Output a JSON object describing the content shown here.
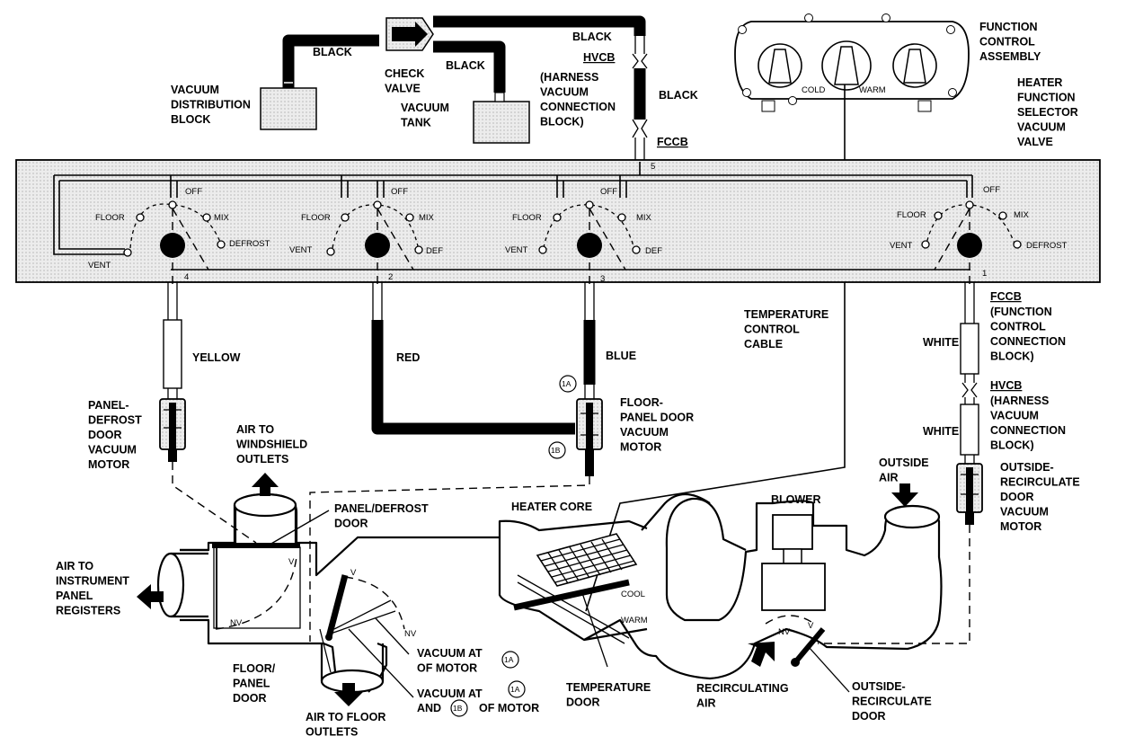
{
  "labels": {
    "black_top_left": "BLACK",
    "check_valve": "CHECK\nVALVE",
    "black_mid": "BLACK",
    "black_top_right": "BLACK",
    "hvcb_top": "HVCB",
    "hvcb_top_desc": "(HARNESS\nVACUUM\nCONNECTION\nBLOCK)",
    "black_right": "BLACK",
    "vacuum_distribution_block": "VACUUM\nDISTRIBUTION\nBLOCK",
    "vacuum_tank": "VACUUM\nTANK",
    "fccb_top": "FCCB",
    "function_control_assembly": "FUNCTION\nCONTROL\nASSEMBLY",
    "heater_function_selector": "HEATER\nFUNCTION\nSELECTOR\nVACUUM\nVALVE",
    "cold": "COLD",
    "warm_dial": "WARM",
    "yellow": "YELLOW",
    "red": "RED",
    "blue": "BLUE",
    "temperature_control_cable": "TEMPERATURE\nCONTROL\nCABLE",
    "white_1": "WHITE",
    "white_2": "WHITE",
    "fccb_right": "FCCB",
    "fccb_right_desc": "(FUNCTION\nCONTROL\nCONNECTION\nBLOCK)",
    "hvcb_right": "HVCB",
    "hvcb_right_desc": "(HARNESS\nVACUUM\nCONNECTION\nBLOCK)",
    "panel_defrost_motor": "PANEL-\nDEFROST\nDOOR\nVACUUM\nMOTOR",
    "floor_panel_motor": "FLOOR-\nPANEL DOOR\nVACUUM\nMOTOR",
    "air_to_windshield": "AIR TO\nWINDSHIELD\nOUTLETS",
    "outside_air": "OUTSIDE\nAIR",
    "outside_recirc_motor": "OUTSIDE-\nRECIRCULATE\nDOOR\nVACUUM\nMOTOR",
    "panel_defrost_door": "PANEL/DEFROST\nDOOR",
    "heater_core": "HEATER CORE",
    "blower": "BLOWER",
    "air_to_instrument": "AIR TO\nINSTRUMENT\nPANEL\nREGISTERS",
    "cool": "COOL",
    "warm_door": "WARM",
    "floor_panel_door": "FLOOR/\nPANEL\nDOOR",
    "vacuum_at_motor_1": "VACUUM AT\nOF MOTOR",
    "vacuum_at_2": "VACUUM AT",
    "and": "AND",
    "of_motor": "OF MOTOR",
    "temperature_door": "TEMPERATURE\nDOOR",
    "recirculating_air": "RECIRCULATING\nAIR",
    "outside_recirc_door": "OUTSIDE-\nRECIRCULATE\nDOOR",
    "air_to_floor": "AIR TO FLOOR\nOUTLETS",
    "v": "V",
    "nv": "NV",
    "port_1a": "1A",
    "port_1b": "1B",
    "port_numbers": [
      "4",
      "2",
      "3",
      "1",
      "5"
    ]
  },
  "valves": [
    {
      "off": "OFF",
      "floor": "FLOOR",
      "mix": "MIX",
      "vent": "VENT",
      "defrost": "DEFROST"
    },
    {
      "off": "OFF",
      "floor": "FLOOR",
      "mix": "MIX",
      "vent": "VENT",
      "defrost": "DEF"
    },
    {
      "off": "OFF",
      "floor": "FLOOR",
      "mix": "MIX",
      "vent": "VENT",
      "defrost": "DEF"
    },
    {
      "off": "OFF",
      "floor": "FLOOR",
      "mix": "MIX",
      "vent": "VENT",
      "defrost": "DEFROST"
    }
  ],
  "colors": {
    "panel_fill": "#e6e6e6",
    "block_fill": "#dddddd",
    "line": "#000000"
  }
}
